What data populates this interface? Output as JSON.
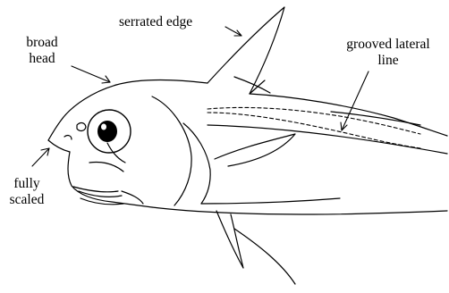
{
  "labels": {
    "serrated_edge": "serrated edge",
    "grooved_lateral_line": [
      "grooved lateral",
      "line"
    ],
    "broad_head": [
      "broad",
      "head"
    ],
    "fully_scaled": [
      "fully",
      "scaled"
    ]
  },
  "colors": {
    "ink": "#000000",
    "background": "#ffffff"
  }
}
